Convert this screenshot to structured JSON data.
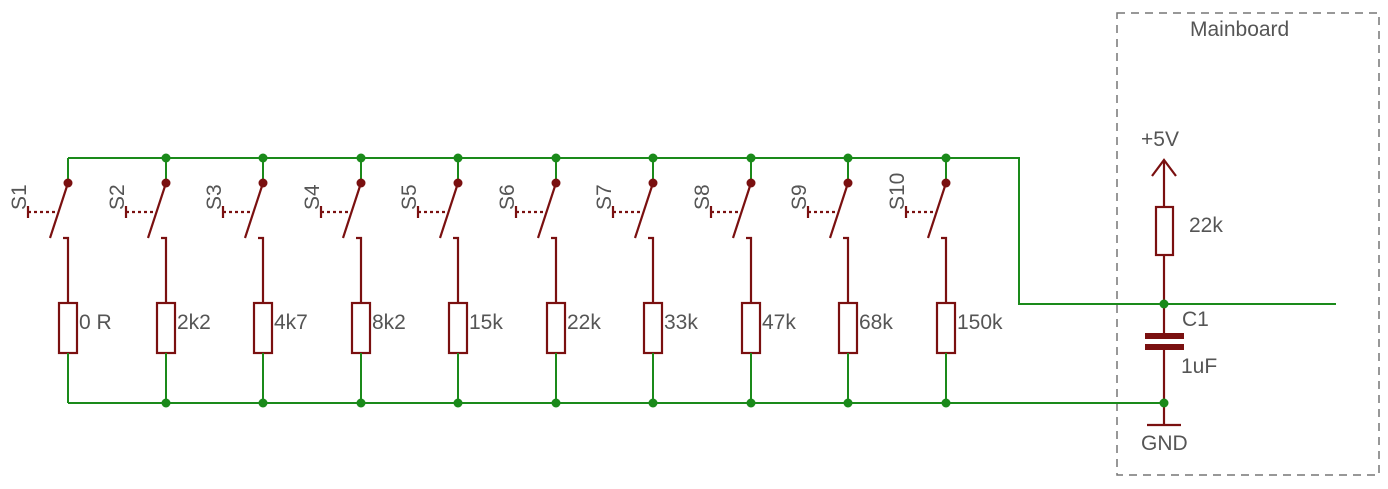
{
  "mainboard_label": "Mainboard",
  "switches": [
    {
      "ref": "S1",
      "resistor": "0 R"
    },
    {
      "ref": "S2",
      "resistor": "2k2"
    },
    {
      "ref": "S3",
      "resistor": "4k7"
    },
    {
      "ref": "S4",
      "resistor": "8k2"
    },
    {
      "ref": "S5",
      "resistor": "15k"
    },
    {
      "ref": "S6",
      "resistor": "22k"
    },
    {
      "ref": "S7",
      "resistor": "33k"
    },
    {
      "ref": "S8",
      "resistor": "47k"
    },
    {
      "ref": "S9",
      "resistor": "68k"
    },
    {
      "ref": "S10",
      "resistor": "150k"
    }
  ],
  "supply_label": "+5V",
  "pullup_value": "22k",
  "capacitor_ref": "C1",
  "capacitor_value": "1uF",
  "ground_label": "GND",
  "colors": {
    "wire": "#1a8a1a",
    "component": "#7a1010",
    "text": "#555555",
    "frame": "#777777"
  }
}
